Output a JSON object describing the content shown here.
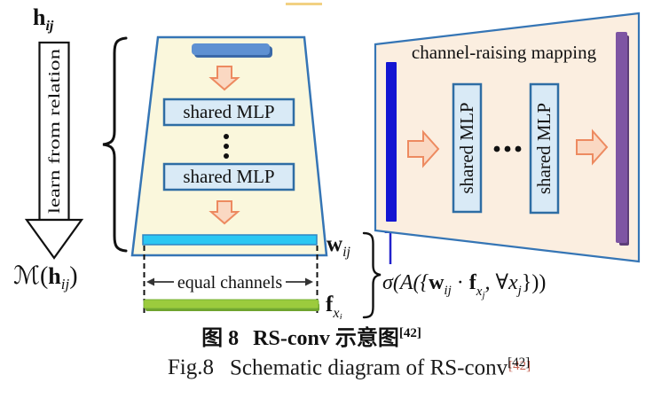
{
  "figure": {
    "left": {
      "h_label": {
        "base": "h",
        "sub": "ij"
      },
      "arrow_text": "learn from relation",
      "m_label": {
        "prefix": "ℳ(",
        "base": "h",
        "sub": "ij",
        "suffix": ")"
      }
    },
    "encoder": {
      "mlp1": "shared MLP",
      "mlp2": "shared MLP",
      "equal_channels": "equal channels",
      "w_label": {
        "base": "w",
        "sub": "ij"
      },
      "f_label": {
        "base": "f",
        "sub": "x",
        "subsub": "j"
      }
    },
    "mapping": {
      "title": "channel-raising mapping",
      "mlp1": "shared MLP",
      "mlp2": "shared MLP"
    },
    "formula": {
      "p1": "σ(A({",
      "w": "w",
      "w_sub": "ij",
      "dot": " · ",
      "f": "f",
      "f_sub": "x",
      "f_subsub": "j",
      "mid": ", ∀x",
      "x_sub": "j",
      "p2": "}))"
    },
    "colors": {
      "cream": "#FAF7DC",
      "trap_border": "#3575B5",
      "box_fill": "#D9EAF6",
      "box_stroke": "#2E6DA4",
      "topbar": "#5E91D2",
      "topbar_shadow": "#3A69A8",
      "cyan": "#2BC7F2",
      "green": "#9CCB3D",
      "green_shadow": "#6FA32E",
      "peach_bg": "#FBEEE0",
      "peach_fill": "#FAD8C2",
      "peach_stroke": "#ED8A60",
      "blue_bar": "#1315D2",
      "purple_bar": "#7E55A3",
      "purple_shadow": "#5C3E78",
      "arrow_blue": "#2222CC"
    }
  },
  "caption": {
    "zh": {
      "fig": "图 8",
      "text": "RS-conv 示意图",
      "ref": "[42]"
    },
    "en": {
      "fig": "Fig.8",
      "text": "Schematic diagram of RS-conv",
      "ref": "[42]"
    }
  }
}
